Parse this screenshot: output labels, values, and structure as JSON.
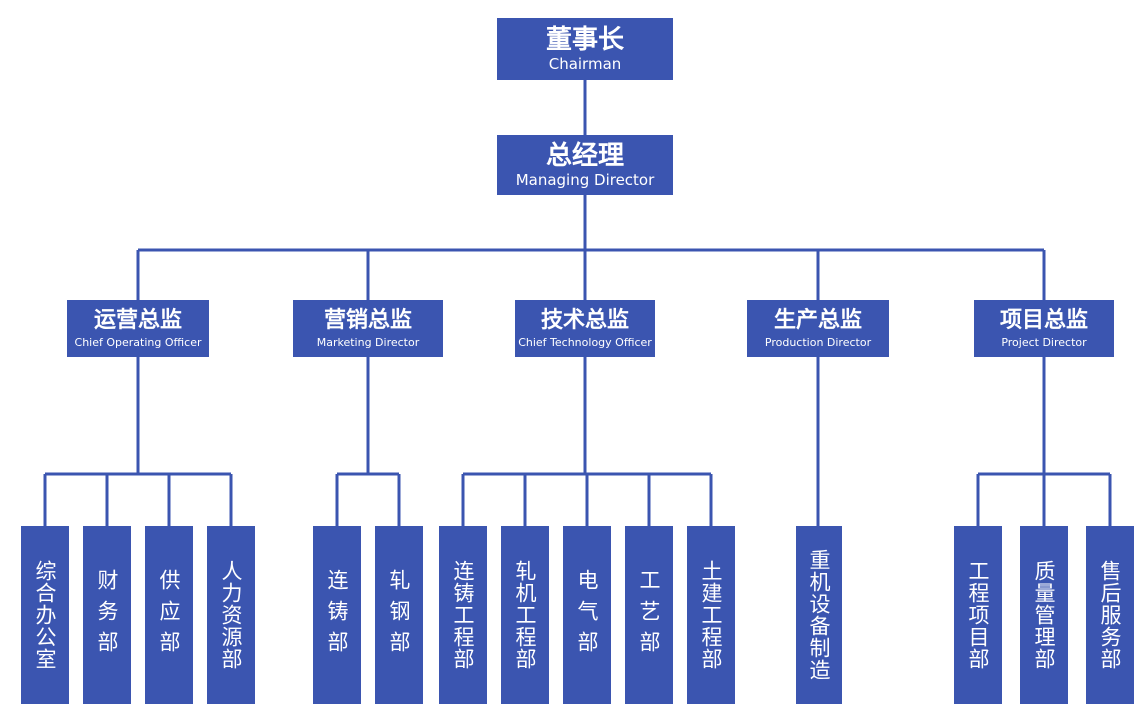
{
  "chairman": {
    "zh": "董事长",
    "en": "Chairman"
  },
  "managing_director": {
    "zh": "总经理",
    "en": "Managing Director"
  },
  "directors": [
    {
      "zh": "运营总监",
      "en": "Chief Operating Officer",
      "departments": [
        "综合办公室",
        "财务部",
        "供应部",
        "人力资源部"
      ]
    },
    {
      "zh": "营销总监",
      "en": "Marketing Director",
      "departments": [
        "连铸部",
        "轧钢部"
      ]
    },
    {
      "zh": "技术总监",
      "en": "Chief Technology Officer",
      "departments": [
        "连铸工程部",
        "轧机工程部",
        "电气部",
        "工艺部",
        "土建工程部"
      ]
    },
    {
      "zh": "生产总监",
      "en": "Production Director",
      "departments": [
        "重机设备制造"
      ]
    },
    {
      "zh": "项目总监",
      "en": "Project Director",
      "departments": [
        "工程项目部",
        "质量管理部",
        "售后服务部"
      ]
    }
  ],
  "colors": {
    "box": "#3b55b0",
    "line": "#3b55b0",
    "text": "#ffffff"
  }
}
